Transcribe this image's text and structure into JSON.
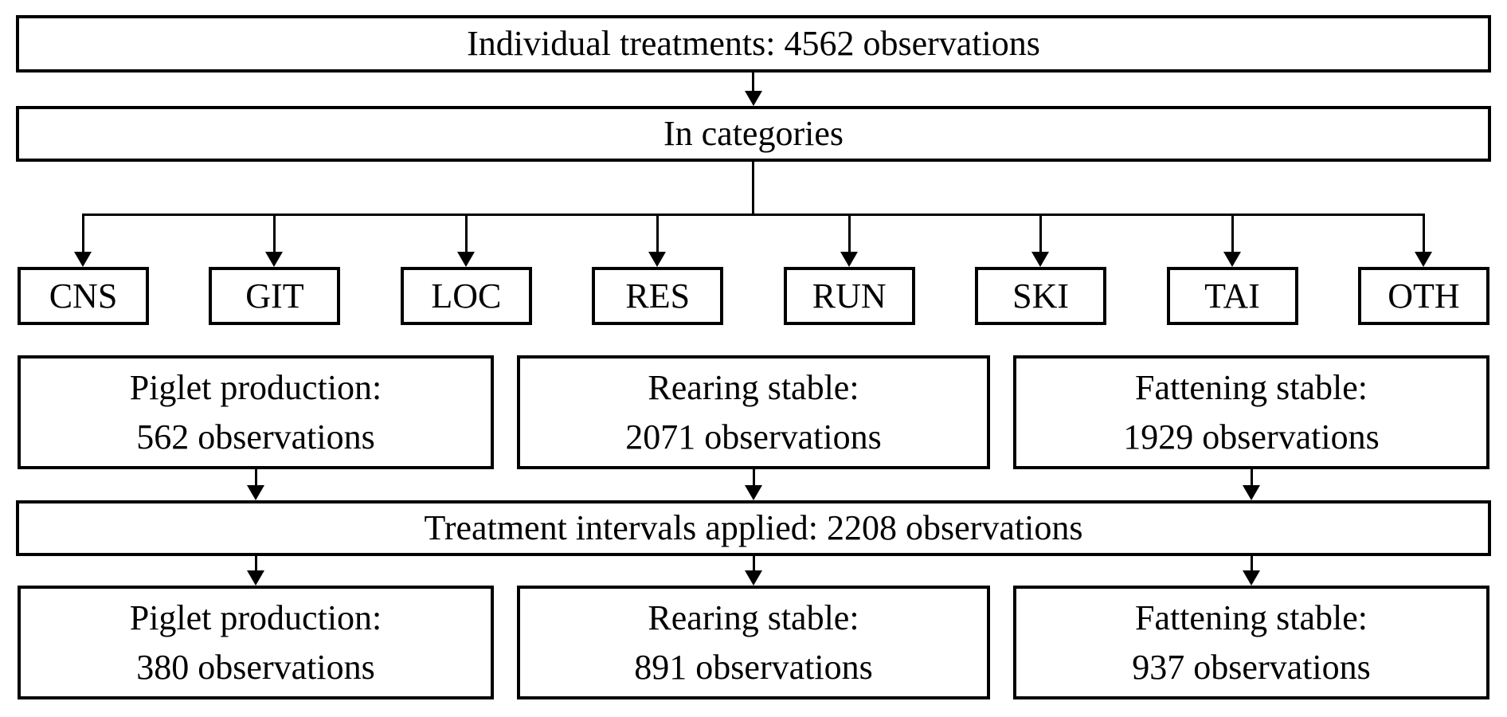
{
  "colors": {
    "border": "#000000",
    "background": "#ffffff",
    "text": "#000000"
  },
  "top_box": {
    "label": "Individual treatments: 4562 observations"
  },
  "categories_box": {
    "label": "In categories"
  },
  "categories": [
    "CNS",
    "GIT",
    "LOC",
    "RES",
    "RUN",
    "SKI",
    "TAI",
    "OTH"
  ],
  "stages_before": [
    {
      "line1": "Piglet production:",
      "line2": "562 observations"
    },
    {
      "line1": "Rearing stable:",
      "line2": "2071 observations"
    },
    {
      "line1": "Fattening stable:",
      "line2": "1929 observations"
    }
  ],
  "intervals_box": {
    "label": "Treatment intervals applied: 2208 observations"
  },
  "stages_after": [
    {
      "line1": "Piglet production:",
      "line2": "380 observations"
    },
    {
      "line1": "Rearing stable:",
      "line2": "891 observations"
    },
    {
      "line1": "Fattening stable:",
      "line2": "937 observations"
    }
  ]
}
